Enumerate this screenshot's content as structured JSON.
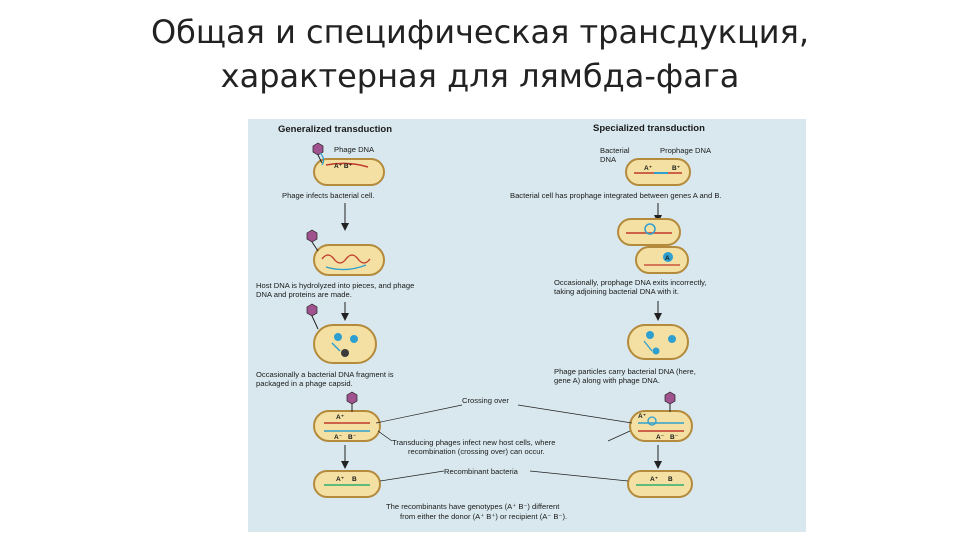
{
  "slide": {
    "title_line1": "Общая и специфическая трансдукция,",
    "title_line2": "характерная для лямбда-фага"
  },
  "colors": {
    "panel_bg": "#d8e8ee",
    "cell_fill": "#f3e0a2",
    "cell_stroke": "#b48a3c",
    "phage_dna": "#2f9fd0",
    "bacterial_dna": "#c0392b",
    "recombinant_dna": "#2fae6e",
    "phage_head": "#a0528f"
  },
  "figure": {
    "generalized": {
      "header": "Generalized transduction",
      "phage_dna_label": "Phage DNA",
      "genes_label": "A⁺ B⁺",
      "step1": "Phage infects bacterial cell.",
      "step2_l1": "Host DNA is hydrolyzed into pieces, and phage",
      "step2_l2": "DNA and proteins are made.",
      "step3_l1": "Occasionally a bacterial DNA fragment is",
      "step3_l2": "packaged in a phage capsid.",
      "gene_a_plus": "A⁺",
      "gene_a_minus": "A⁻",
      "gene_b_minus": "B⁻",
      "gene_a_label": "A⁺",
      "gene_b_label": "B"
    },
    "specialized": {
      "header": "Specialized transduction",
      "bacterial_dna_label_l1": "Bacterial",
      "bacterial_dna_label_l2": "DNA",
      "prophage_label": "Prophage DNA",
      "gene_a": "A⁺",
      "gene_b": "B⁺",
      "gene_a_circle": "A",
      "step1": "Bacterial cell has prophage integrated between genes A and B.",
      "step2_l1": "Occasionally, prophage DNA exits incorrectly,",
      "step2_l2": "taking adjoining bacterial DNA with it.",
      "step3_l1": "Phage particles carry bacterial DNA (here,",
      "step3_l2": "gene A) along with phage DNA.",
      "gene_a_plus": "A⁺",
      "gene_a_minus": "A⁻",
      "gene_b_minus": "B⁻",
      "gene_a_label": "A⁺",
      "gene_b_label": "B"
    },
    "shared": {
      "crossing_over": "Crossing over",
      "transducing_l1": "Transducing phages infect new host cells, where",
      "transducing_l2": "recombination (crossing over) can occur.",
      "recombinant_bacteria": "Recombinant bacteria",
      "genotype_l1": "The recombinants have genotypes (A⁺ B⁻) different",
      "genotype_l2": "from either the donor (A⁺ B⁺) or recipient (A⁻ B⁻)."
    }
  }
}
